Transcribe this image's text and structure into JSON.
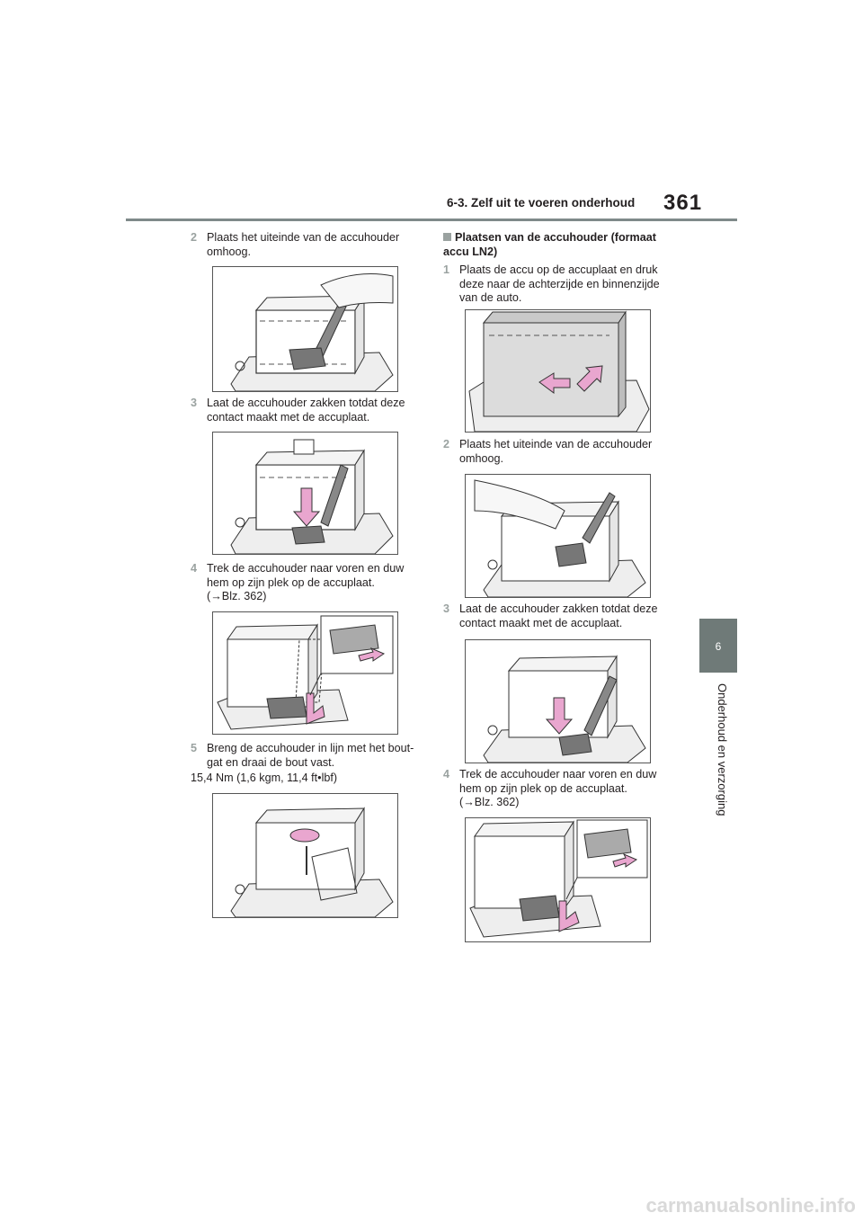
{
  "header": {
    "section": "6-3. Zelf uit te voeren onderhoud",
    "page_number": "361"
  },
  "side_tab": {
    "number": "6",
    "label": "Onderhoud en verzorging"
  },
  "left": {
    "step2": {
      "num": "2",
      "text": "Plaats het uiteinde van de accuhouder omhoog."
    },
    "step3": {
      "num": "3",
      "text": "Laat de accuhouder zakken totdat deze contact maakt met de accuplaat."
    },
    "step4": {
      "num": "4",
      "text": "Trek de accuhouder naar voren en duw hem op zijn plek op de accuplaat.",
      "ref": "(→Blz. 362)"
    },
    "step5": {
      "num": "5",
      "text": "Breng de accuhouder in lijn met het bout-gat en draai de bout vast."
    },
    "torque": "15,4 Nm (1,6 kgm, 11,4 ft•lbf)"
  },
  "right": {
    "heading": "Plaatsen van de accuhouder (formaat accu LN2)",
    "step1": {
      "num": "1",
      "text": "Plaats de accu op de accuplaat en druk deze naar de achterzijde en binnenzijde van de auto."
    },
    "step2": {
      "num": "2",
      "text": "Plaats het uiteinde van de accuhouder omhoog."
    },
    "step3": {
      "num": "3",
      "text": "Laat de accuhouder zakken totdat deze contact maakt met de accuplaat."
    },
    "step4": {
      "num": "4",
      "text": "Trek de accuhouder naar voren en duw hem op zijn plek op de accuplaat.",
      "ref": "(→Blz. 362)"
    }
  },
  "watermark": "carmanualsonline.info",
  "colors": {
    "accent_arrow": "#e9a6cf",
    "tab_gray": "#6f7a78",
    "step_number_gray": "#9aa2a0"
  }
}
